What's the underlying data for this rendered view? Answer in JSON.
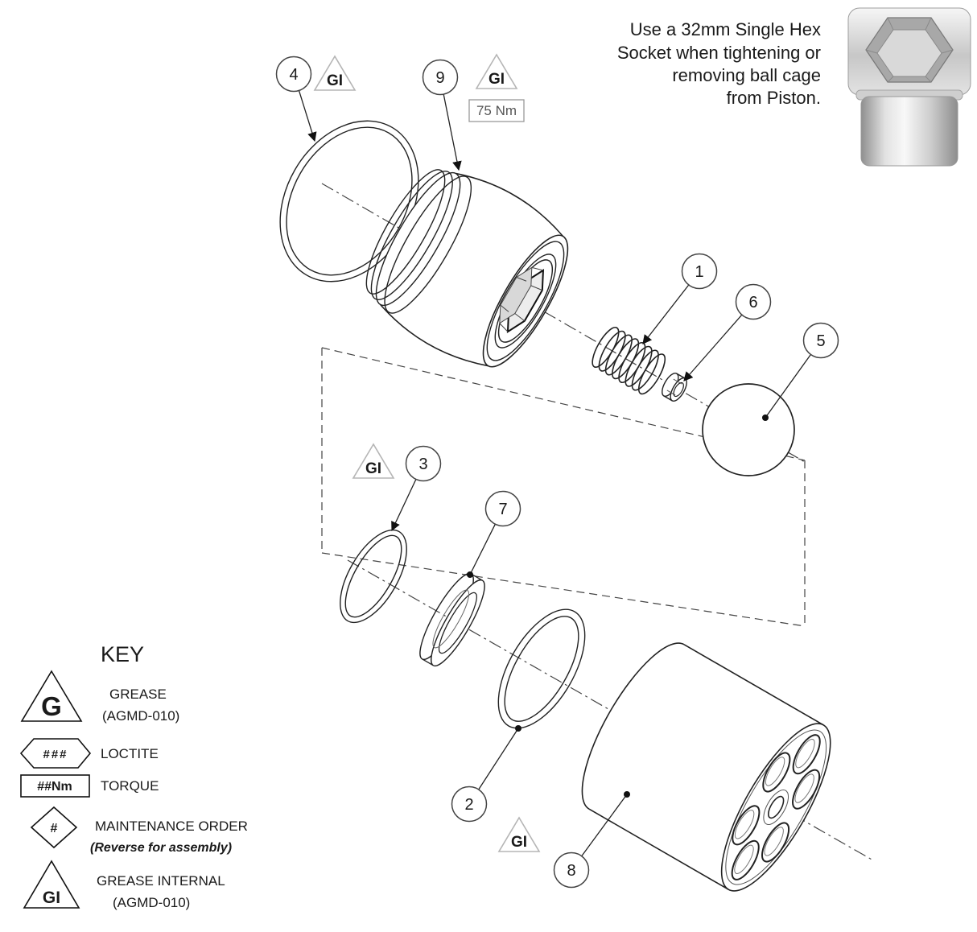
{
  "note": {
    "lines": [
      "Use a 32mm Single Hex",
      "Socket when tightening or",
      "removing ball cage",
      "from Piston."
    ]
  },
  "annotations": {
    "gi": "GI",
    "torque": "75 Nm"
  },
  "callouts": {
    "c1": "1",
    "c2": "2",
    "c3": "3",
    "c4": "4",
    "c5": "5",
    "c6": "6",
    "c7": "7",
    "c8": "8",
    "c9": "9"
  },
  "key": {
    "title": "KEY",
    "grease": {
      "symbol": "G",
      "label": "GREASE",
      "sub": "(AGMD-010)"
    },
    "loctite": {
      "symbol": "###",
      "label": "LOCTITE"
    },
    "torque": {
      "symbol": "##Nm",
      "label": "TORQUE"
    },
    "maintenance": {
      "symbol": "#",
      "label": "MAINTENANCE ORDER",
      "sub": "(Reverse for assembly)"
    },
    "grease_internal": {
      "symbol": "GI",
      "label": "GREASE INTERNAL",
      "sub": "(AGMD-010)"
    }
  }
}
